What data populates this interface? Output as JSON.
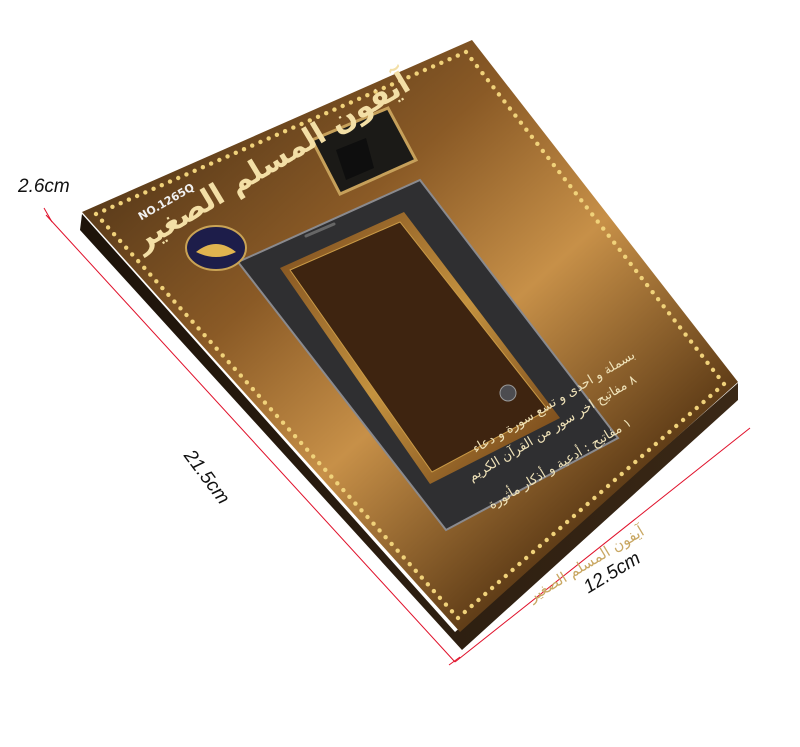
{
  "image": {
    "subject": "product box",
    "colors": {
      "background": "#ffffff",
      "box_dark": "#2a1c10",
      "box_light": "#b17d3b",
      "gold_dots": "#f0d27a",
      "phone_body": "#2f2f31",
      "screen_frame": "#6b3f17",
      "measure_line": "#e0102a"
    }
  },
  "dimensions": {
    "depth": "2.6cm",
    "length": "21.5cm",
    "width": "12.5cm"
  },
  "box": {
    "model": "NO.1265Q",
    "title": "آيفون المسلم الصغير",
    "description_lines": [
      "بسملة و احدى و تسع سورة و دعاء",
      "٨ مفاتيح اخر سور من القرآن الكريم",
      "١ مفاتيح : أدعية و أذكار مأثورة",
      ""
    ],
    "side_text": "آيفون المسلم الصغير"
  }
}
